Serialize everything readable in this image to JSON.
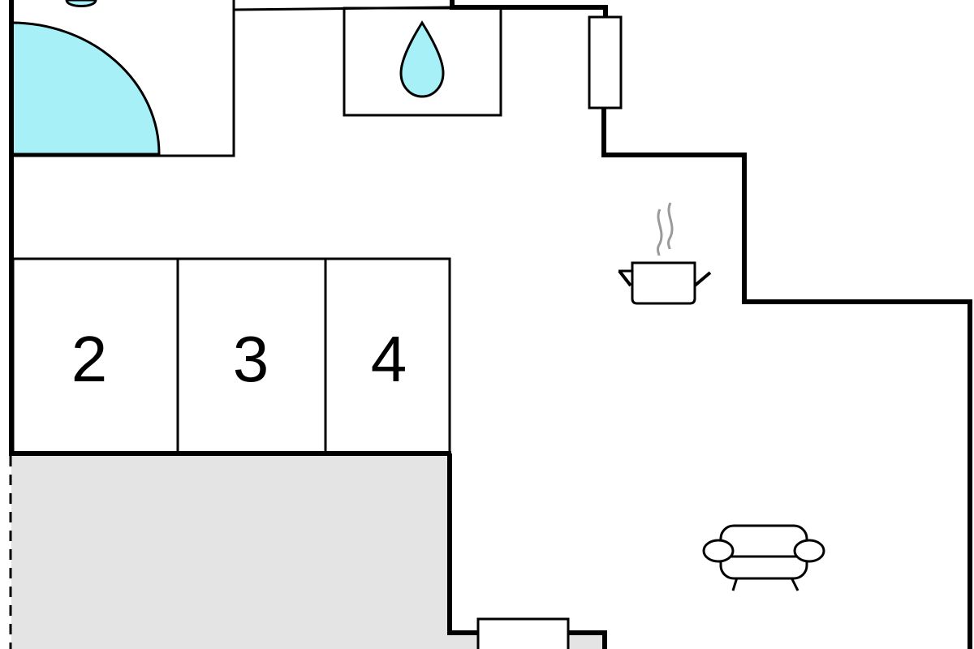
{
  "floorplan": {
    "rooms": [
      {
        "id": "room-2",
        "label": "2"
      },
      {
        "id": "room-3",
        "label": "3"
      },
      {
        "id": "room-4",
        "label": "4"
      }
    ],
    "icons": [
      "water-drop-icon",
      "cooking-pot-icon",
      "armchair-icon"
    ],
    "colors": {
      "wall": "#000000",
      "water": "#a8f0f8",
      "terrace": "#e4e4e4",
      "background": "#ffffff"
    }
  }
}
